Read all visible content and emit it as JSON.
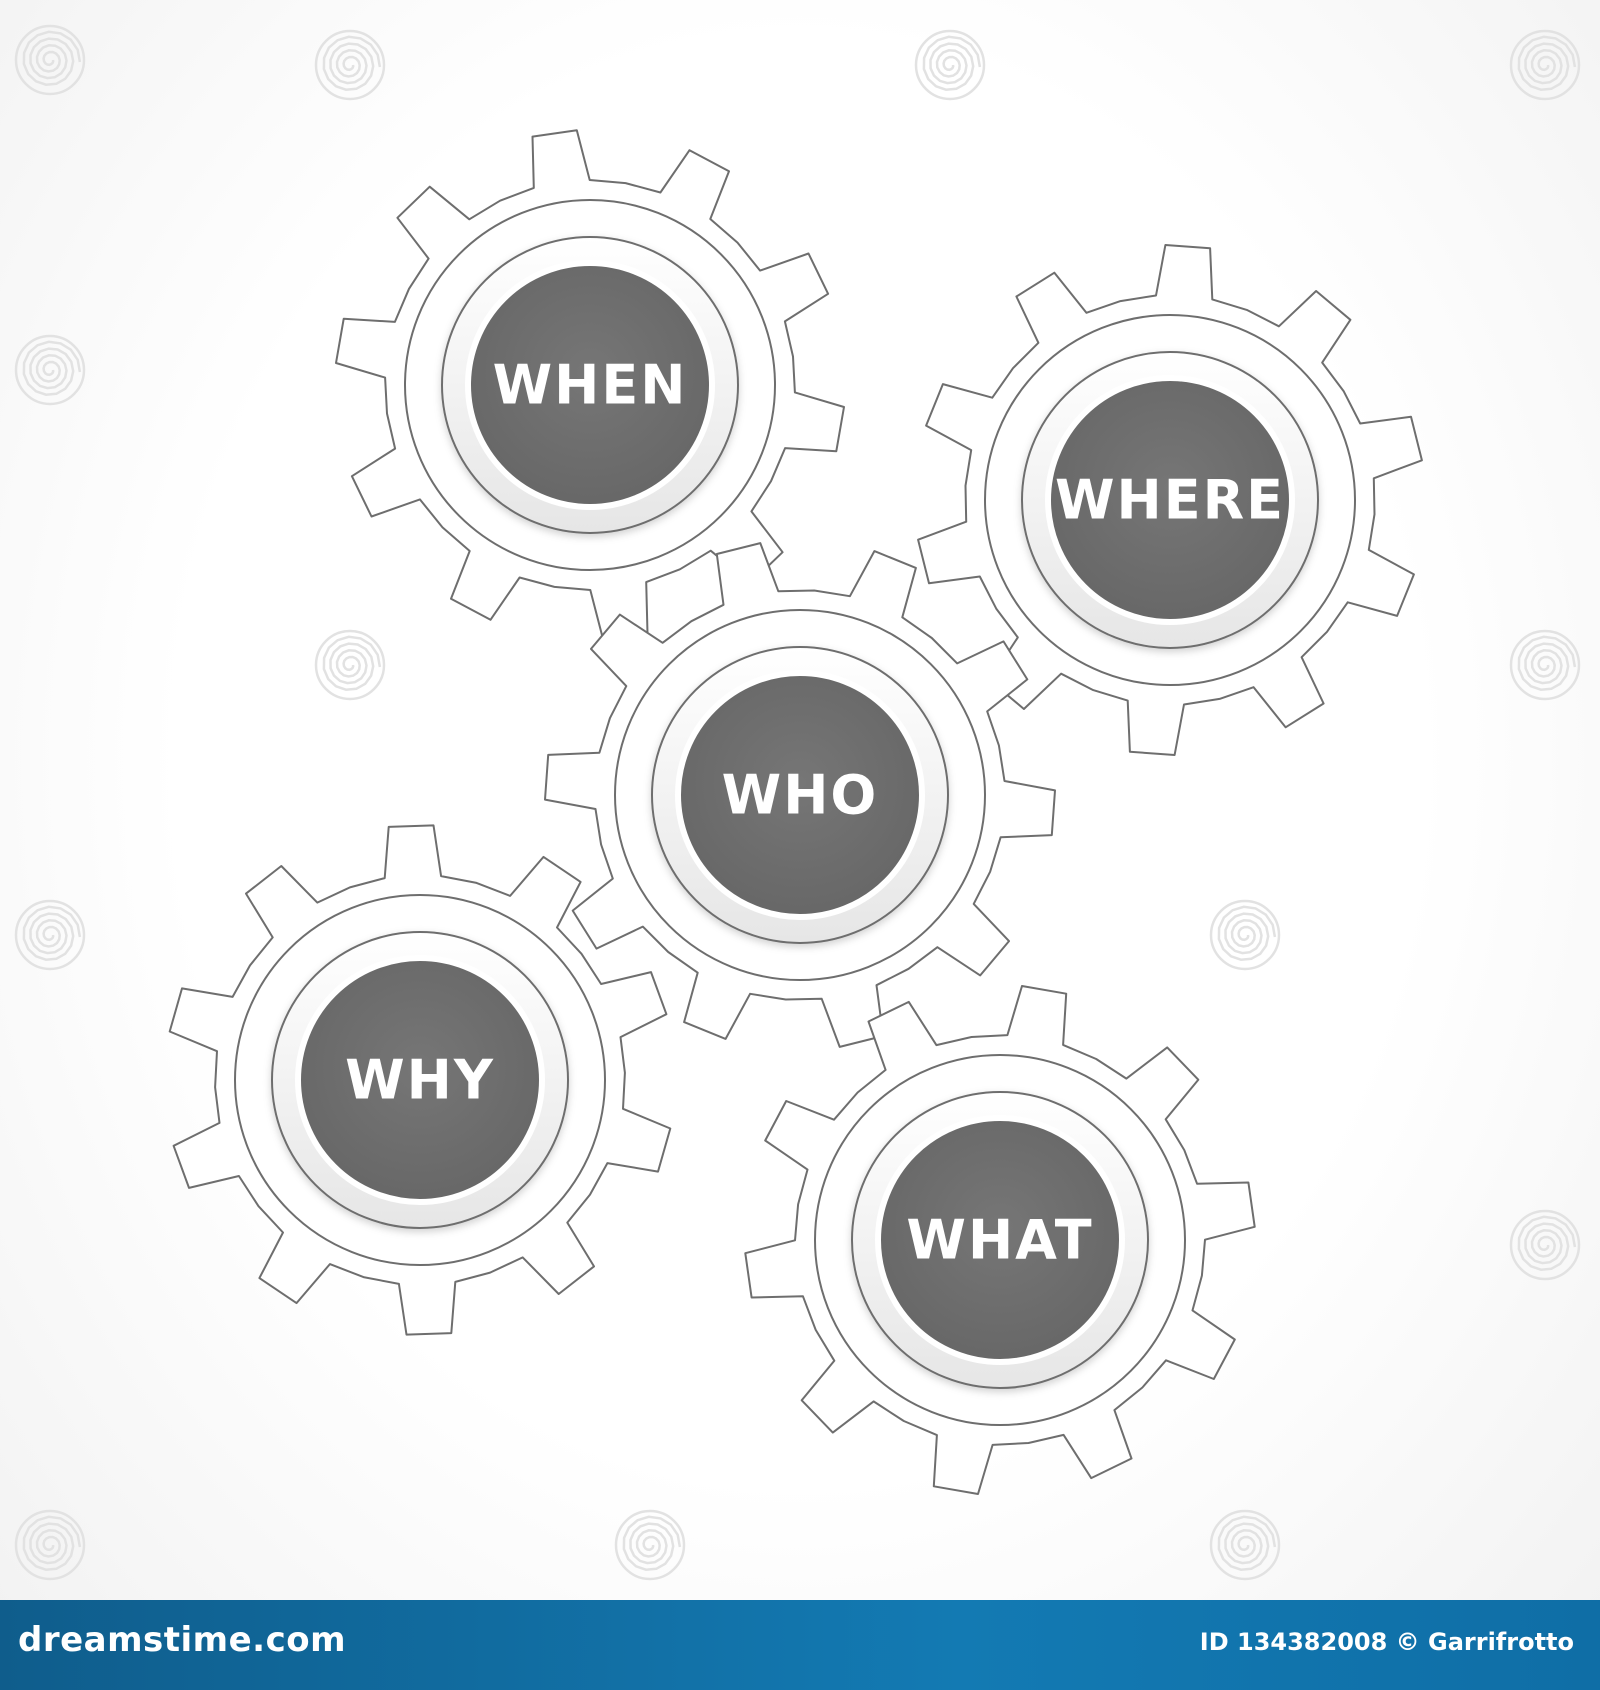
{
  "gears": [
    {
      "id": "when",
      "label": "WHEN"
    },
    {
      "id": "where",
      "label": "WHERE"
    },
    {
      "id": "who",
      "label": "WHO"
    },
    {
      "id": "why",
      "label": "WHY"
    },
    {
      "id": "what",
      "label": "WHAT"
    }
  ],
  "footer": {
    "brand": "dreamstime.com",
    "image_id_text": "ID 134382008 © Garrifrotto"
  },
  "colors": {
    "hub_fill": "#707070",
    "gear_outline": "#6e6e6e",
    "ring_fill": "#f2f2f2",
    "footer_bg": "#137ab3",
    "label_text": "#ffffff"
  },
  "icons": [
    "gear-icon",
    "watermark-spiral-icon"
  ]
}
